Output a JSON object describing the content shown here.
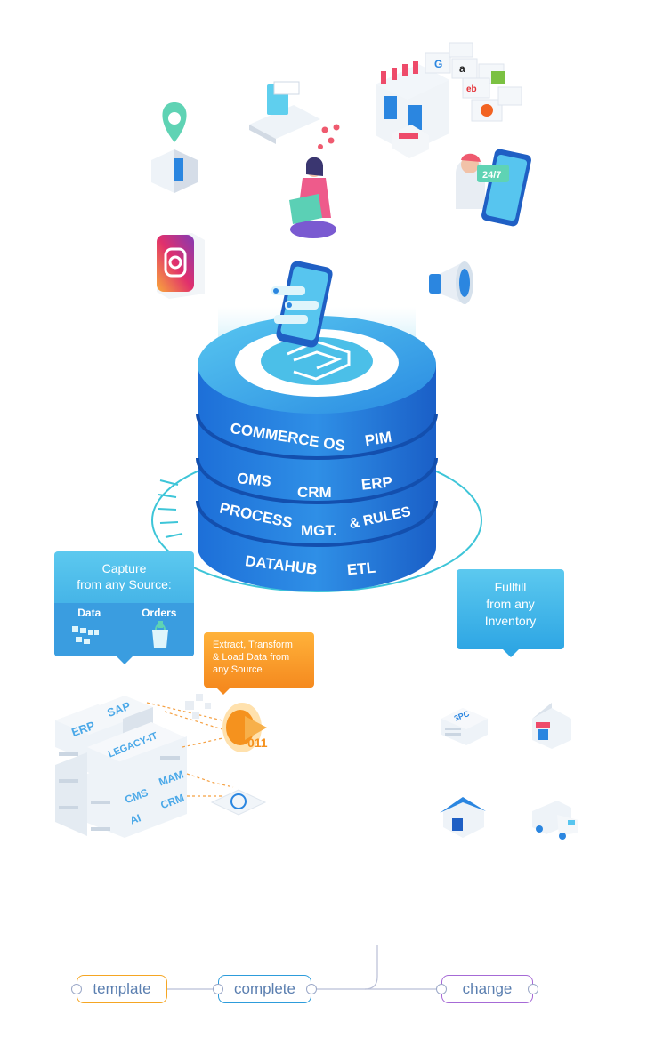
{
  "platform": {
    "layers": [
      {
        "items": [
          "COMMERCE OS",
          "PIM"
        ]
      },
      {
        "items": [
          "OMS",
          "CRM",
          "ERP"
        ]
      },
      {
        "items": [
          "PROCESS",
          "MGT.",
          "& RULES"
        ]
      },
      {
        "items": [
          "DATAHUB",
          "ETL"
        ]
      }
    ]
  },
  "capture": {
    "title_line1": "Capture",
    "title_line2": "from any Source:",
    "col1": "Data",
    "col2": "Orders"
  },
  "fulfill": {
    "line1": "Fullfill",
    "line2": "from any",
    "line3": "Inventory"
  },
  "etl_note": {
    "line1": "Extract, Transform",
    "line2": "& Load Data from",
    "line3": "any Source"
  },
  "sources": [
    "ERP",
    "SAP",
    "LEGACY-IT",
    "CMS",
    "MAM",
    "AI",
    "CRM"
  ],
  "inventory": {
    "warehouse_label": "3PC"
  },
  "app_badge": "24/7",
  "pipeline": {
    "steps": [
      {
        "label": "template",
        "color": "#f5a623"
      },
      {
        "label": "complete",
        "color": "#2d9cdb"
      },
      {
        "label": "change",
        "color": "#a66ad6"
      }
    ]
  },
  "colors": {
    "primary": "#2b86e0",
    "accent": "#52c7ee",
    "orange": "#f5921e"
  }
}
